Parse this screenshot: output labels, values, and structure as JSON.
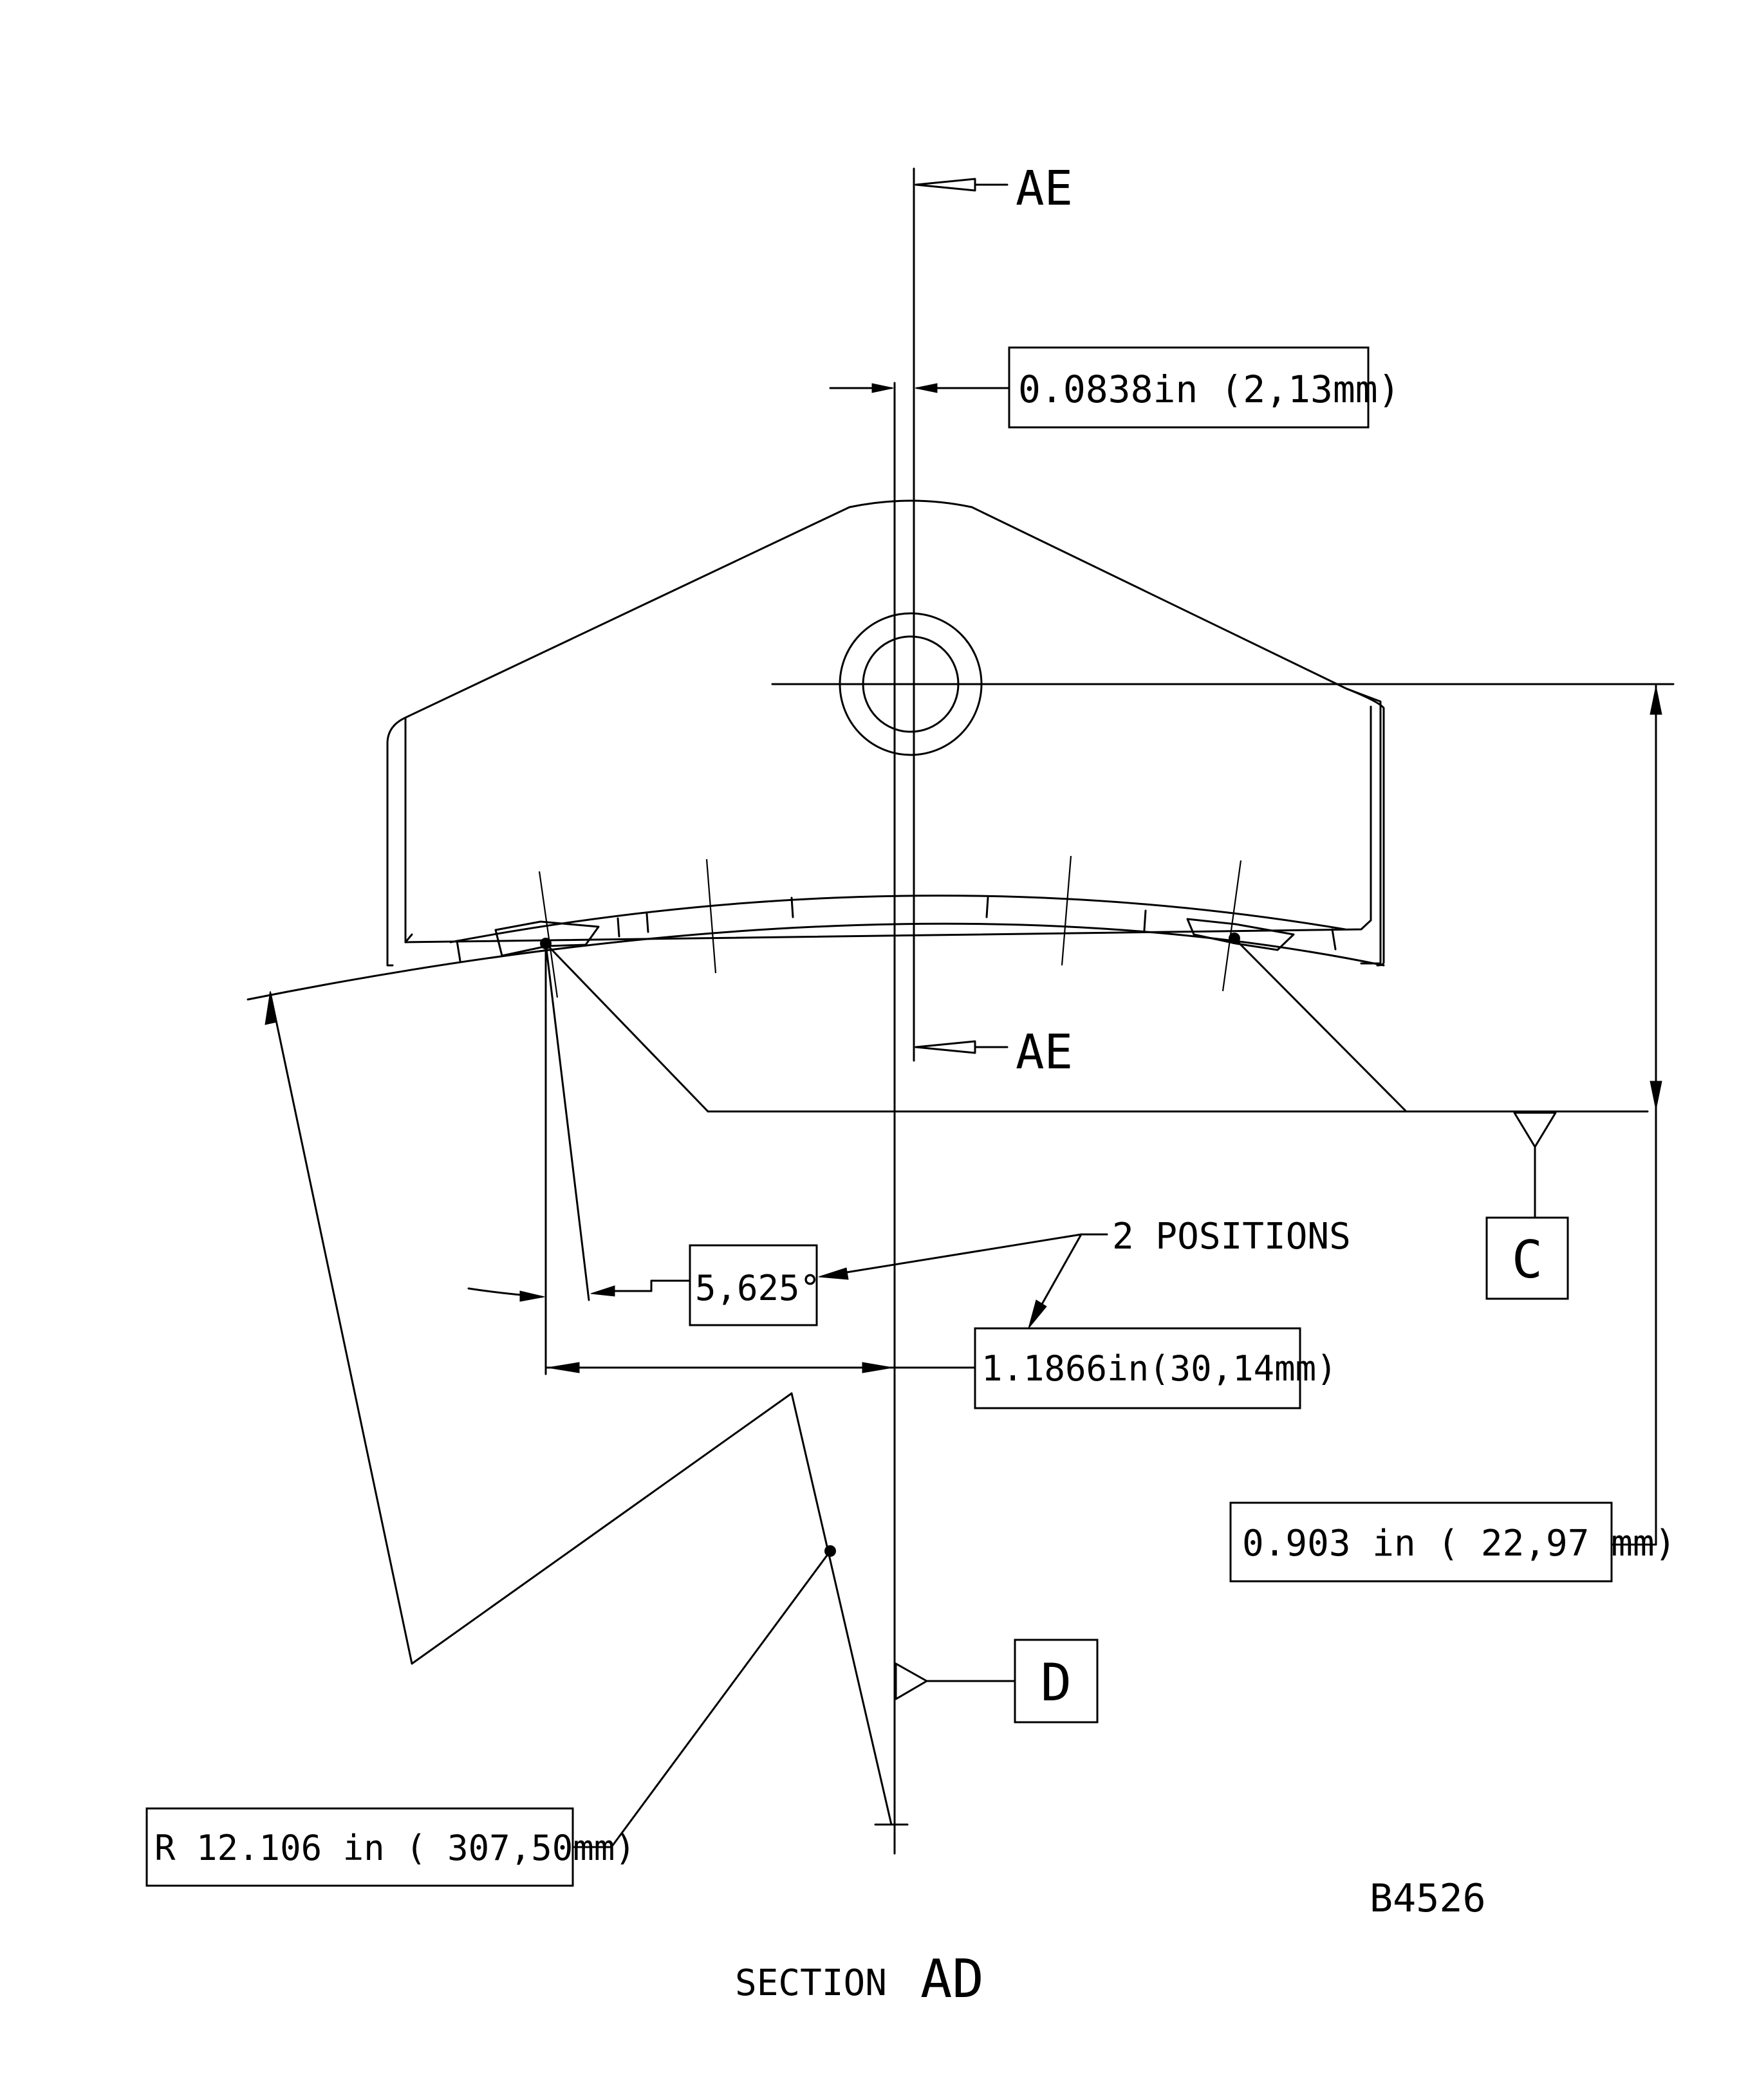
{
  "section_marker": "AE",
  "dimensions": {
    "offset": "0.0838in (2,13mm)",
    "angle": "5,625°",
    "positions_note": "2 POSITIONS",
    "distance": "1.1866in(30,14mm)",
    "height": "0.903 in ( 22,97 mm)",
    "radius": "R 12.106 in ( 307,50mm)"
  },
  "datums": {
    "c": "C",
    "d": "D"
  },
  "drawing_number": "B4526",
  "caption_prefix": "SECTION",
  "caption_name": "AD"
}
